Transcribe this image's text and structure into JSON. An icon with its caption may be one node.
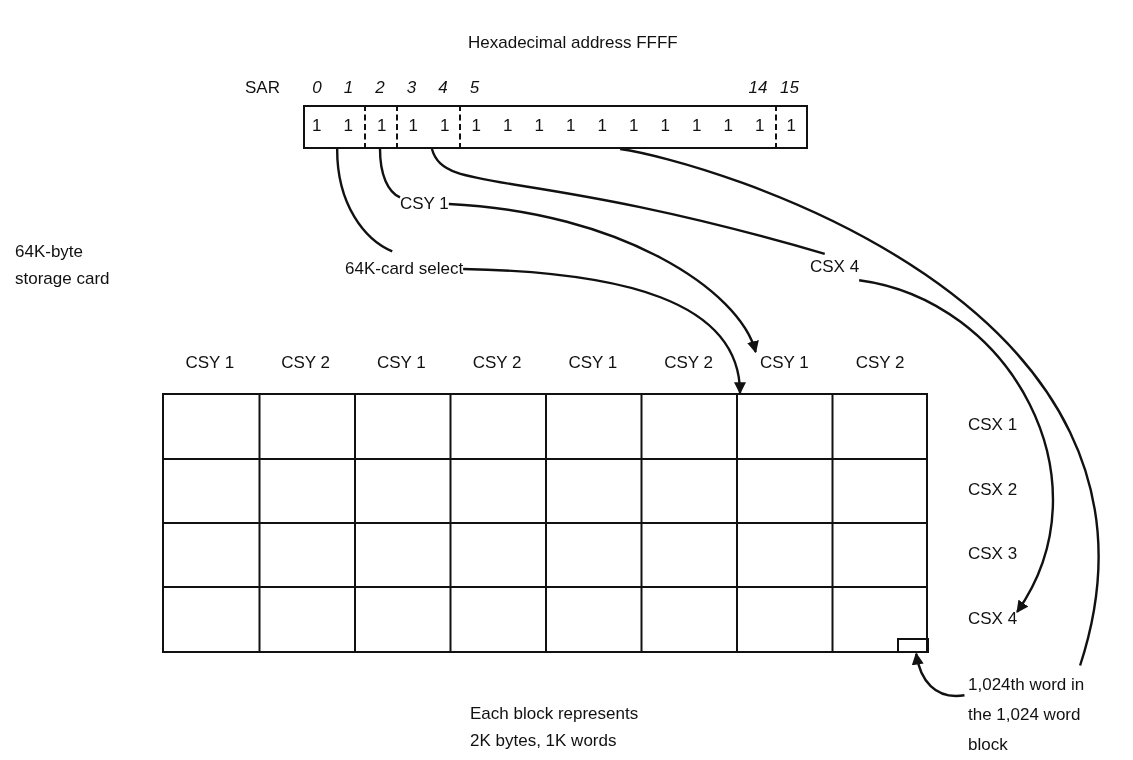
{
  "diagram": {
    "title": "Hexadecimal address FFFF",
    "nodes": [
      {
        "text": [],
        "shape": "box"
      },
      {
        "text": [
          "1",
          "1"
        ],
        "in": 0
      },
      {
        "text": [
          "1"
        ],
        "in": 0
      },
      {
        "text": [
          "1",
          "1"
        ],
        "in": 0
      },
      {
        "text": [
          "1",
          "1",
          "1",
          "1",
          "1",
          "1",
          "1",
          "1",
          "1",
          "1"
        ],
        "in": 0
      },
      {
        "text": [
          "1"
        ],
        "in": 0
      },
      {
        "text": [
          "CSY 1"
        ]
      },
      {
        "text": [
          "64K-card select"
        ]
      },
      {
        "text": [
          "CSX 4"
        ]
      },
      {
        "text": [
          "CSY 1"
        ]
      },
      {
        "text": [
          "CSY 2"
        ]
      },
      {
        "text": [
          "CSY 1"
        ]
      },
      {
        "text": [
          "CSY 2"
        ]
      },
      {
        "text": [
          "CSY 1"
        ]
      },
      {
        "text": [
          "CSY 2"
        ]
      },
      {
        "text": [
          "CSY 1"
        ]
      },
      {
        "text": [
          "CSY 2"
        ]
      },
      {
        "text": [],
        "shape": "box"
      },
      {
        "text": [],
        "shape": "box",
        "in": 17
      },
      {
        "text": [
          "CSX 1"
        ]
      },
      {
        "text": [
          "CSX 2"
        ]
      },
      {
        "text": [
          "CSX 3"
        ]
      },
      {
        "text": [
          "CSX 4"
        ]
      },
      {
        "text": [
          "1,024th word in the 1,024 word block"
        ]
      }
    ],
    "edges": [
      {
        "from": 1,
        "to": 7,
        "arrow": "none"
      },
      {
        "from": 7,
        "to": 17,
        "arrow": "to"
      },
      {
        "from": 2,
        "to": 6,
        "arrow": "none"
      },
      {
        "from": 6,
        "to": 15,
        "arrow": "to"
      },
      {
        "from": 3,
        "to": 8,
        "arrow": "none"
      },
      {
        "from": 8,
        "to": 22,
        "arrow": "to"
      },
      {
        "from": 4,
        "to": 23,
        "arrow": "none"
      },
      {
        "from": 23,
        "to": 18,
        "arrow": "to"
      }
    ],
    "labels": [
      "SAR",
      "0",
      "1",
      "2",
      "3",
      "4",
      "5",
      "14",
      "15",
      "64K-byte storage card",
      "Each block represents 2K bytes, 1K words"
    ]
  }
}
